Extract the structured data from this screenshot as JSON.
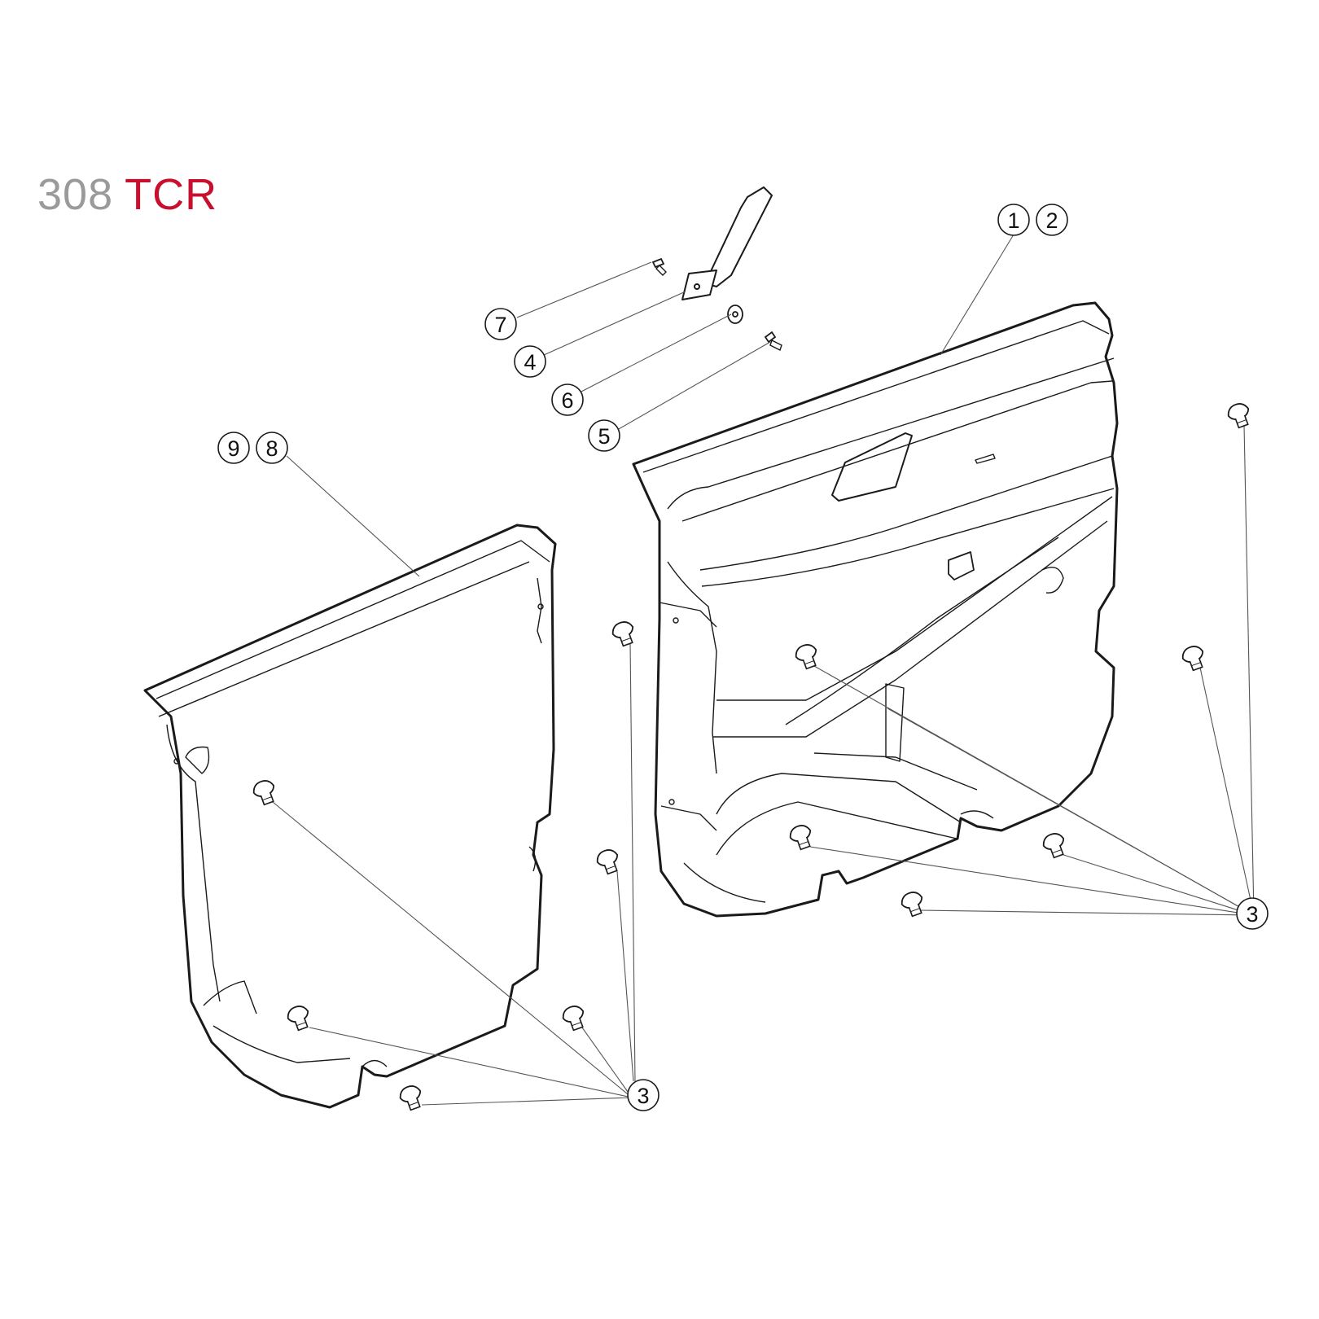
{
  "brand": {
    "model": "308",
    "trim": "TCR",
    "model_color": "#9a9a9a",
    "trim_color": "#c8102e"
  },
  "callouts": [
    {
      "id": "c1",
      "label": "1"
    },
    {
      "id": "c2",
      "label": "2"
    },
    {
      "id": "c3a",
      "label": "3"
    },
    {
      "id": "c3b",
      "label": "3"
    },
    {
      "id": "c4",
      "label": "4"
    },
    {
      "id": "c5",
      "label": "5"
    },
    {
      "id": "c6",
      "label": "6"
    },
    {
      "id": "c7",
      "label": "7"
    },
    {
      "id": "c8",
      "label": "8"
    },
    {
      "id": "c9",
      "label": "9"
    }
  ],
  "line_color": "#1a1a1a"
}
